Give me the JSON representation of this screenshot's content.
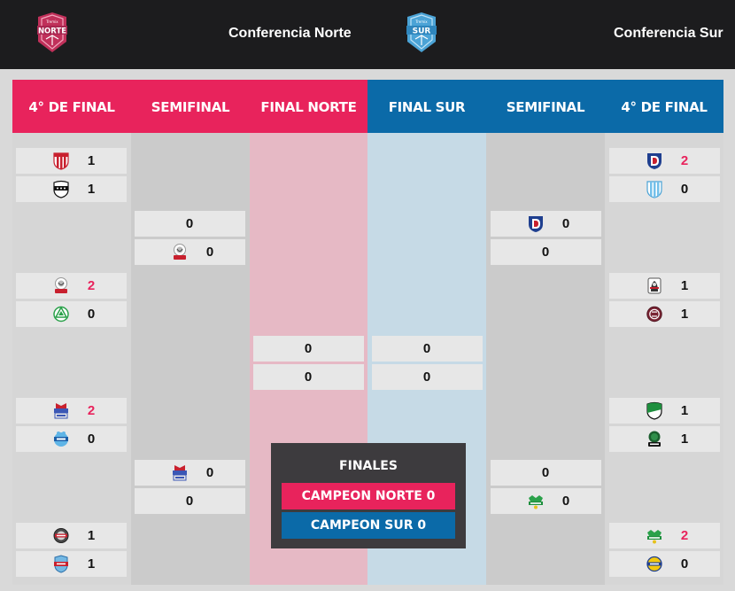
{
  "header": {
    "north_title": "Conferencia Norte",
    "south_title": "Conferencia Sur",
    "north_logo": {
      "icon": "norte-conference-logo",
      "top_text": "Tremix",
      "text": "NORTE",
      "color": "#c0305a"
    },
    "south_logo": {
      "icon": "sur-conference-logo",
      "top_text": "Tremix",
      "text": "SUR",
      "color": "#4ba3d6"
    }
  },
  "columns": {
    "n_quarter": "4° DE FINAL",
    "n_semi": "SEMIFINAL",
    "final_norte": "FINAL NORTE",
    "final_sur": "FINAL SUR",
    "s_semi": "SEMIFINAL",
    "s_quarter": "4° DE FINAL"
  },
  "colors": {
    "pink": "#e8235c",
    "blue": "#0b6aa8",
    "final_norte_bg": "#e6b9c5",
    "final_sur_bg": "#c6dae6"
  },
  "north_quarter": [
    {
      "a": {
        "team": "red-white-stripes-shield-icon",
        "score": "1"
      },
      "b": {
        "team": "black-white-stripes-shield-icon",
        "score": "1"
      }
    },
    {
      "a": {
        "team": "lion-crest-icon",
        "score": "2",
        "win": true
      },
      "b": {
        "team": "green-triangle-crest-icon",
        "score": "0"
      }
    },
    {
      "a": {
        "team": "villa-crest-icon",
        "score": "2",
        "win": true
      },
      "b": {
        "team": "blue-norte-crest-icon",
        "score": "0"
      }
    },
    {
      "a": {
        "team": "round-gray-badge-icon",
        "score": "1"
      },
      "b": {
        "team": "salta-shield-icon",
        "score": "1"
      }
    }
  ],
  "north_semi": [
    {
      "a": {
        "team": "",
        "score": "0"
      },
      "b": {
        "team": "lion-crest-icon",
        "score": "0"
      }
    },
    {
      "a": {
        "team": "villa-crest-icon",
        "score": "0"
      },
      "b": {
        "team": "",
        "score": "0"
      }
    }
  ],
  "final_norte": {
    "a": {
      "team": "",
      "score": "0"
    },
    "b": {
      "team": "",
      "score": "0"
    }
  },
  "final_sur": {
    "a": {
      "team": "",
      "score": "0"
    },
    "b": {
      "team": "",
      "score": "0"
    }
  },
  "south_semi": [
    {
      "a": {
        "team": "blue-red-d-shield-icon",
        "score": "0"
      },
      "b": {
        "team": "",
        "score": "0"
      }
    },
    {
      "a": {
        "team": "",
        "score": "0"
      },
      "b": {
        "team": "green-wings-badge-icon",
        "score": "0"
      }
    }
  ],
  "south_quarter": [
    {
      "a": {
        "team": "blue-red-d-shield-icon",
        "score": "2",
        "win": true
      },
      "b": {
        "team": "light-blue-stripes-shield-icon",
        "score": "0"
      }
    },
    {
      "a": {
        "team": "dark-knight-crest-icon",
        "score": "1"
      },
      "b": {
        "team": "maroon-circle-crest-icon",
        "score": "1"
      }
    },
    {
      "a": {
        "team": "green-white-shield-icon",
        "score": "1"
      },
      "b": {
        "team": "dark-green-crest-icon",
        "score": "1"
      }
    },
    {
      "a": {
        "team": "green-wings-badge-icon",
        "score": "2",
        "win": true
      },
      "b": {
        "team": "yellow-blue-badge-icon",
        "score": "0"
      }
    }
  ],
  "finales": {
    "title": "FINALES",
    "campeon_norte": "CAMPEON NORTE 0",
    "campeon_sur": "CAMPEON SUR 0"
  }
}
